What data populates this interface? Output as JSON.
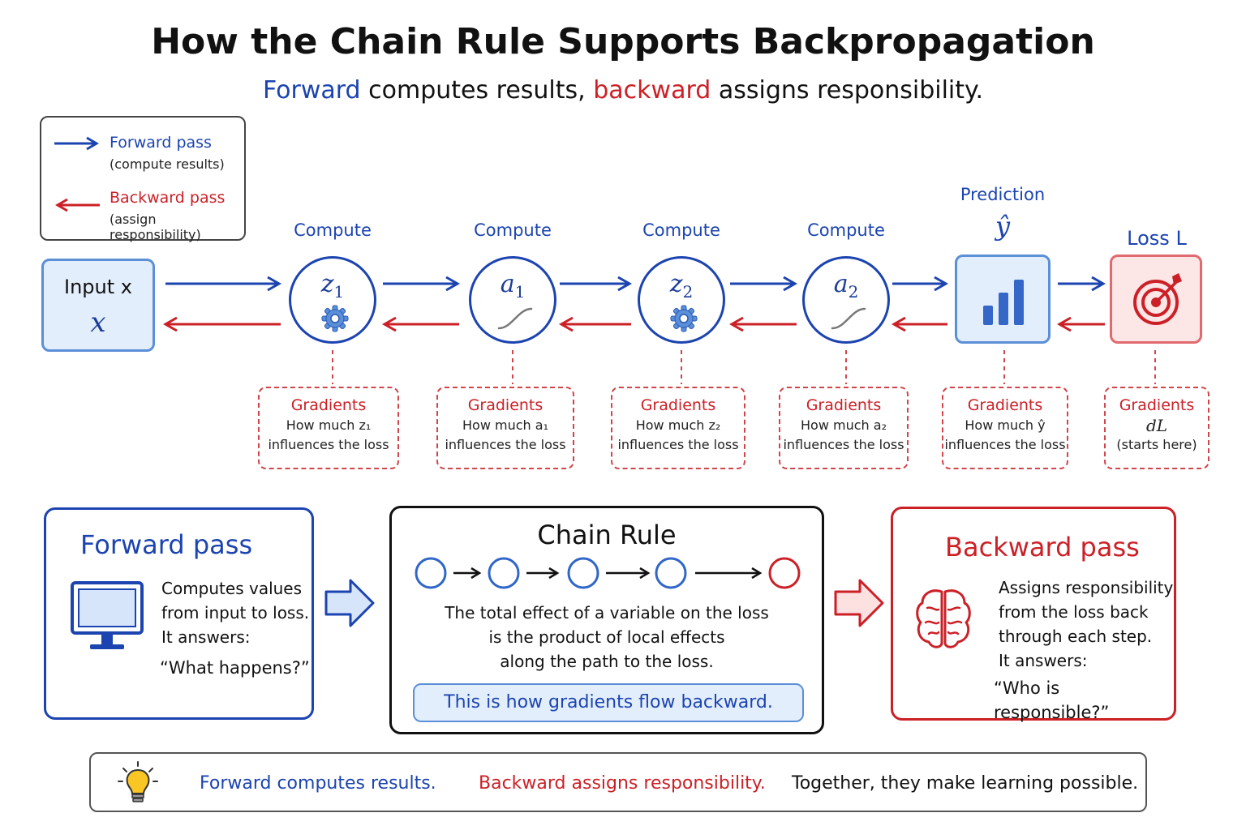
{
  "title": "How the Chain Rule Supports Backpropagation",
  "subtitle": {
    "forward_word": "Forward",
    "part1": " computes results, ",
    "backward_word": "backward",
    "part2": " assigns responsibility."
  },
  "legend": {
    "forward_label": "Forward pass",
    "forward_sub": "(compute results)",
    "backward_label": "Backward pass",
    "backward_sub": "(assign responsibility)"
  },
  "colors": {
    "forward": "#1c44b0",
    "backward": "#cc2027",
    "input_fill": "#e3eefc",
    "loss_fill": "#fde6e6"
  },
  "input": {
    "label": "Input x",
    "var": "x"
  },
  "nodes": [
    {
      "label": "Compute",
      "var": "z",
      "sub": "1",
      "icon": "gear-icon"
    },
    {
      "label": "Compute",
      "var": "a",
      "sub": "1",
      "icon": "sigmoid-icon"
    },
    {
      "label": "Compute",
      "var": "z",
      "sub": "2",
      "icon": "gear-icon"
    },
    {
      "label": "Compute",
      "var": "a",
      "sub": "2",
      "icon": "sigmoid-icon"
    }
  ],
  "prediction": {
    "label": "Prediction",
    "var": "ŷ",
    "icon": "bar-chart-icon"
  },
  "loss": {
    "label": "Loss L",
    "icon": "target-icon"
  },
  "gradients": [
    {
      "title": "Gradients",
      "line1": "How much z₁",
      "line2": "influences the loss"
    },
    {
      "title": "Gradients",
      "line1": "How much a₁",
      "line2": "influences the loss"
    },
    {
      "title": "Gradients",
      "line1": "How much z₂",
      "line2": "influences the loss"
    },
    {
      "title": "Gradients",
      "line1": "How much a₂",
      "line2": "influences the loss"
    },
    {
      "title": "Gradients",
      "line1": "How much ŷ",
      "line2": "influences the loss"
    },
    {
      "title": "Gradients",
      "line1": "dL",
      "line2": "(starts here)"
    }
  ],
  "forward_panel": {
    "title": "Forward pass",
    "lines": [
      "Computes values",
      "from input to loss.",
      "It answers:"
    ],
    "quote": "“What happens?”",
    "icon": "monitor-icon"
  },
  "chain_panel": {
    "title": "Chain Rule",
    "lines": [
      "The total effect of a variable on the loss",
      "is the product of local effects",
      "along the path to the loss."
    ],
    "note": "This is how gradients flow backward."
  },
  "backward_panel": {
    "title": "Backward pass",
    "lines": [
      "Assigns responsibility",
      "from the loss back",
      "through each step.",
      "It answers:"
    ],
    "quote": "“Who is responsible?”",
    "icon": "brain-icon"
  },
  "footer": {
    "icon": "lightbulb-icon",
    "forward": "Forward computes results.",
    "backward": "Backward assigns responsibility.",
    "together": "Together, they make learning possible."
  }
}
